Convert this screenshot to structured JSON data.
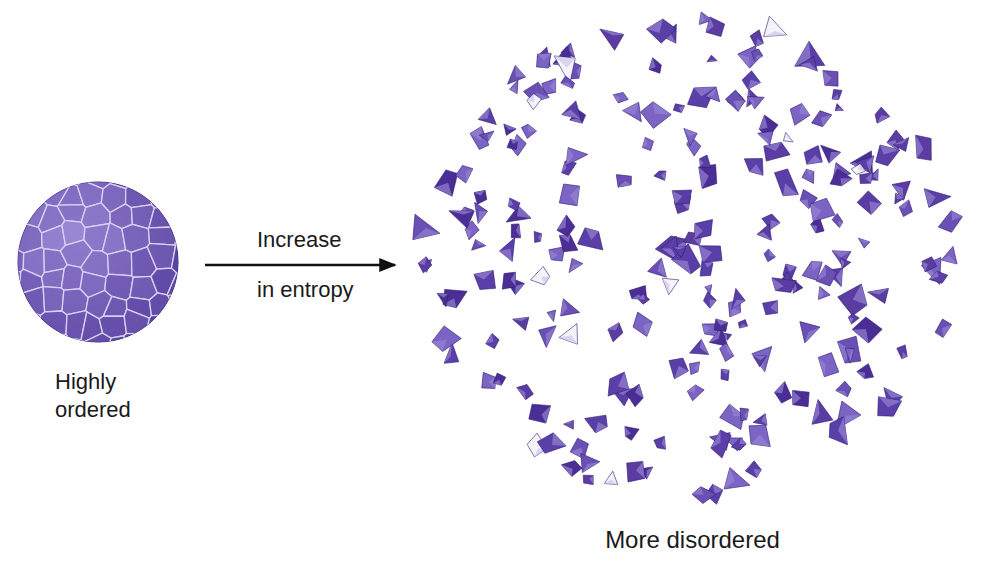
{
  "diagram": {
    "nodes": [
      {
        "text": [
          "Highly ordered"
        ]
      },
      {
        "text": [
          "More disordered"
        ]
      }
    ],
    "edges": [
      {
        "from": 0,
        "to": 1,
        "label": "Increase in entropy",
        "arrow": "to"
      }
    ]
  }
}
